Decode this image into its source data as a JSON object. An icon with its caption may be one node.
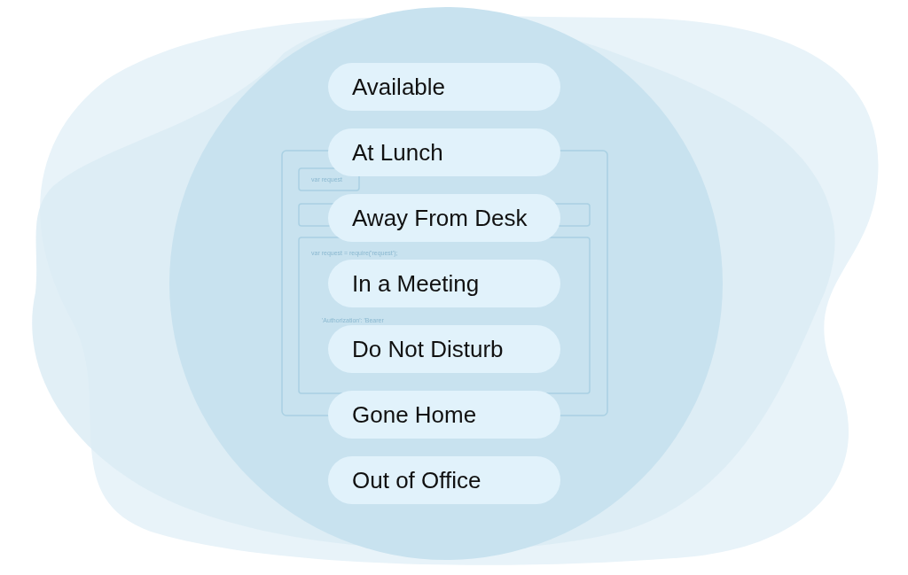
{
  "diagram": {
    "nodes": [
      {
        "text": [
          "Available"
        ]
      },
      {
        "text": [
          "At Lunch"
        ]
      },
      {
        "text": [
          "Away From Desk"
        ]
      },
      {
        "text": [
          "In a Meeting"
        ]
      },
      {
        "text": [
          "Do Not Disturb"
        ]
      },
      {
        "text": [
          "Gone Home"
        ]
      },
      {
        "text": [
          "Out of Office"
        ]
      }
    ],
    "labels": [
      "var request",
      "var request = require('request');",
      "'Authorization': 'Bearer"
    ]
  }
}
